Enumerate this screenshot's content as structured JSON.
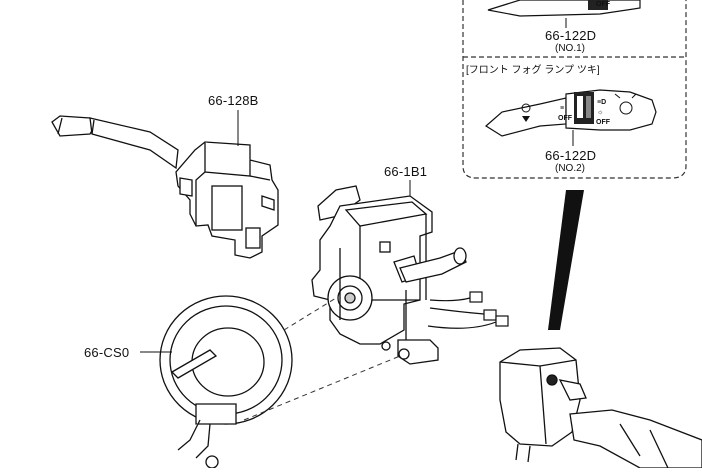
{
  "parts": {
    "switch_body": "66-128B",
    "combination_unit": "66-1B1",
    "clock_spring": "66-CS0"
  },
  "inset": {
    "upper_part_no": "66-122D",
    "upper_variant": "(NO.1)",
    "lower_header": "[フロント フォグ ランプ ツキ]",
    "lower_part_no": "66-122D",
    "lower_variant": "(NO.2)",
    "lever_off_label": "OFF"
  }
}
